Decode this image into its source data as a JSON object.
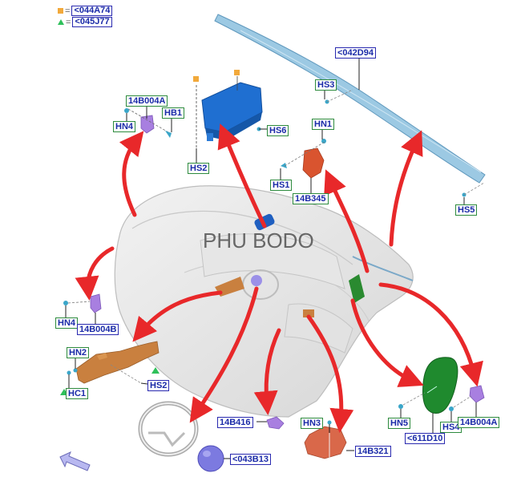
{
  "legend": [
    {
      "symbol": "orange-square",
      "equals": "=",
      "code": "<044A74",
      "color": "#f2a93b"
    },
    {
      "symbol": "green-triangle",
      "equals": "=",
      "code": "<045J77",
      "color": "#2ec05a"
    }
  ],
  "watermark": "PHU BODO",
  "labels": {
    "l_14B004A_top": "14B004A",
    "l_HN4_top": "HN4",
    "l_HB1": "HB1",
    "l_HS2_top": "HS2",
    "l_HS6": "HS6",
    "l_042D94": "<042D94",
    "l_HS3": "HS3",
    "l_HN1": "HN1",
    "l_HS1": "HS1",
    "l_14B345": "14B345",
    "l_HS5": "HS5",
    "l_HN4_left": "HN4",
    "l_14B004B": "14B004B",
    "l_HN2": "HN2",
    "l_HS2_left": "HS2",
    "l_HC1": "HC1",
    "l_14B416": "14B416",
    "l_043B13": "<043B13",
    "l_HN3": "HN3",
    "l_14B321": "14B321",
    "l_HN5": "HN5",
    "l_611D10": "<611D10",
    "l_HS4": "HS4",
    "l_14B004A_right": "14B004A"
  },
  "colors": {
    "callout_green": "#2e8b3e",
    "callout_blue": "#2a2ab0",
    "label_text": "#1a2aa8",
    "arrow_red": "#e8282a",
    "curtain_airbag": "#9cc9e3",
    "passenger_airbag": "#1f6fd1",
    "sensor_orange": "#d9542f",
    "knee_airbag": "#c9803f",
    "seat_airbag": "#1f8a2e",
    "sensor_purple": "#a87fe0",
    "nav_arrow": "#b8b8f0"
  }
}
